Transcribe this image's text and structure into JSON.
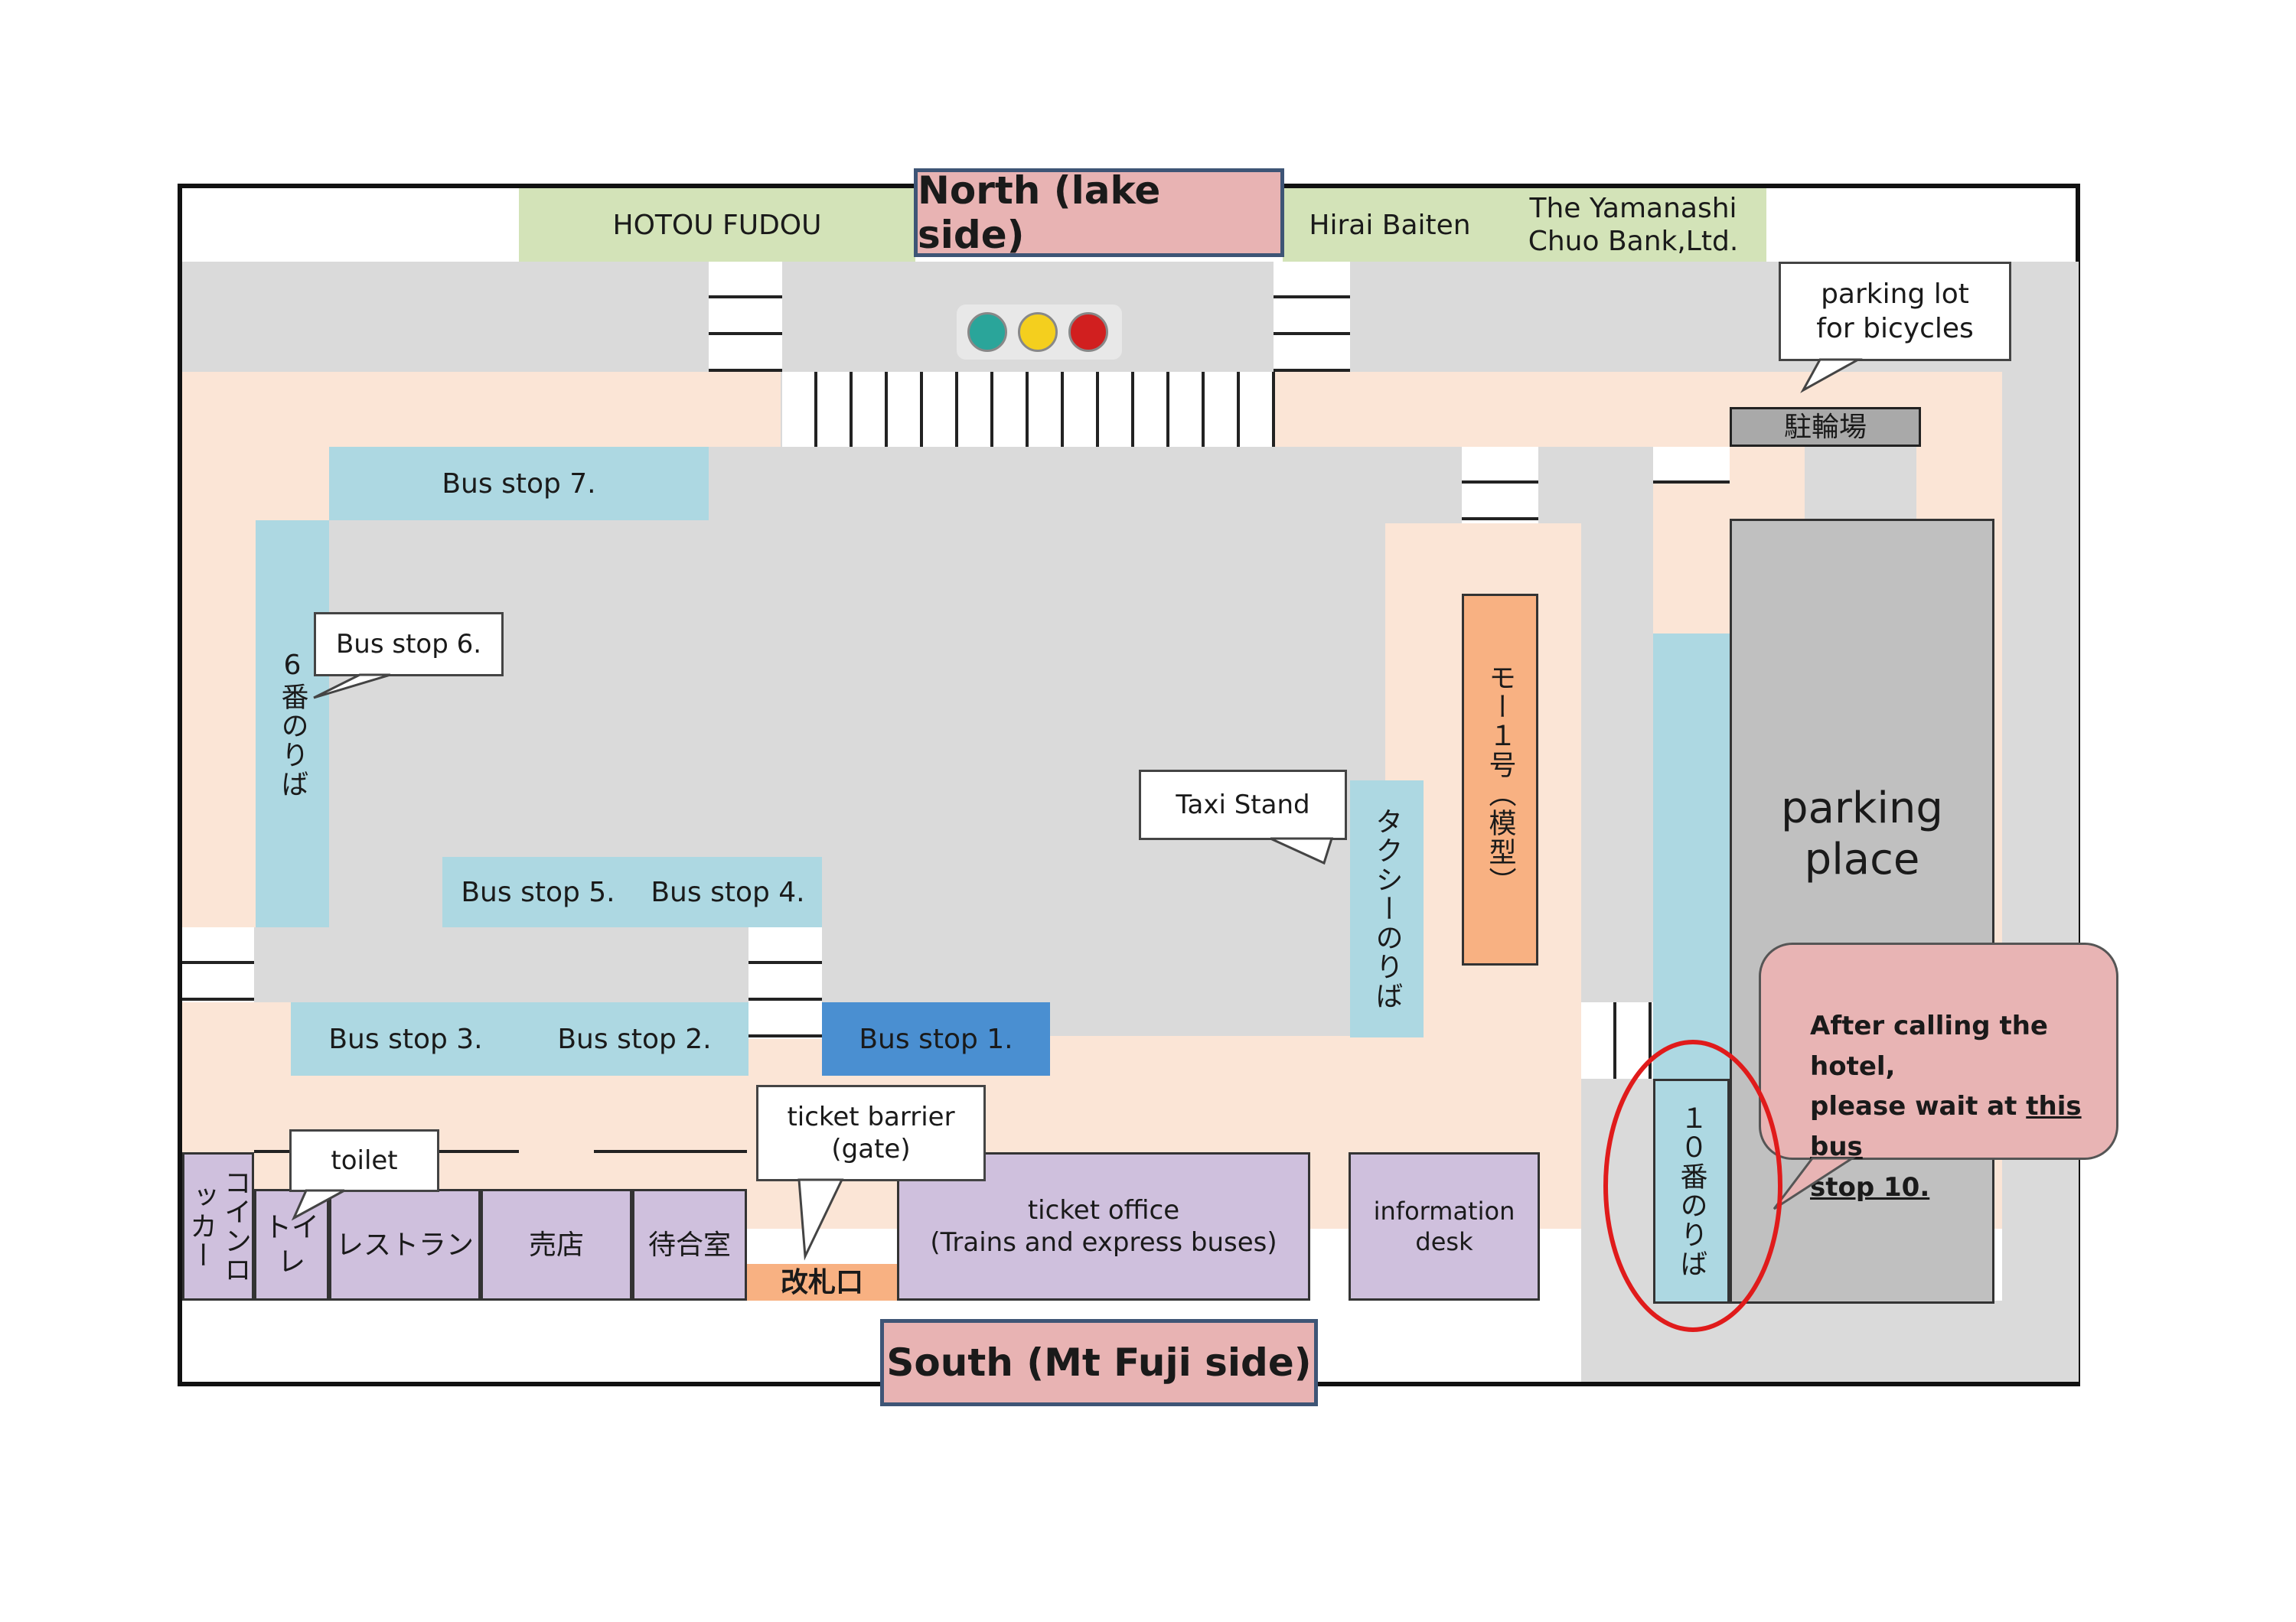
{
  "titles": {
    "north": "North (lake side)",
    "south": "South (Mt Fuji side)"
  },
  "shops_north": {
    "hotou": "HOTOU FUDOU",
    "hirai": "Hirai Baiten",
    "bank_line1": "The Yamanashi",
    "bank_line2": "Chuo Bank,Ltd."
  },
  "bicycle": {
    "callout_line1": "parking lot",
    "callout_line2": "for bicycles",
    "sign": "駐輪場"
  },
  "bus_stops": {
    "s7": "Bus stop 7.",
    "s6_callout": "Bus stop 6.",
    "s6_jp": "6番のりば",
    "s5": "Bus stop 5.",
    "s4": "Bus stop 4.",
    "s3": "Bus stop 3.",
    "s2": "Bus stop 2.",
    "s1": "Bus stop 1.",
    "s10_jp": "１０番のりば"
  },
  "taxi": {
    "callout": "Taxi Stand",
    "jp": "タクシーのりば"
  },
  "model": "モー１号（模型）",
  "parking": {
    "line1": "parking",
    "line2": "place"
  },
  "hotel_note": {
    "line1": "After calling the hotel,",
    "line2a": "please wait at ",
    "line2b": "this bus",
    "line3": "stop 10."
  },
  "building": {
    "coin_locker": "コインロッカー",
    "toilet_jp": "トイレ",
    "toilet_callout": "toilet",
    "restaurant": "レストラン",
    "shop": "売店",
    "waiting_room": "待合室",
    "gate_jp": "改札口",
    "gate_callout_line1": "ticket barrier",
    "gate_callout_line2": "(gate)",
    "ticket_office_line1": "ticket office",
    "ticket_office_line2": "(Trains and express buses)",
    "info_line1": "information",
    "info_line2": "desk"
  },
  "colors": {
    "road": "#dadada",
    "sidewalk": "#fbe5d6",
    "bus_stop": "#add8e2",
    "bus_stop_1": "#4a8fd1",
    "building": "#cfc0dd",
    "title_bg": "#e8b3b3",
    "highlight_circle": "#e01b1b"
  },
  "icons": {
    "traffic_light": "traffic-light-icon"
  }
}
